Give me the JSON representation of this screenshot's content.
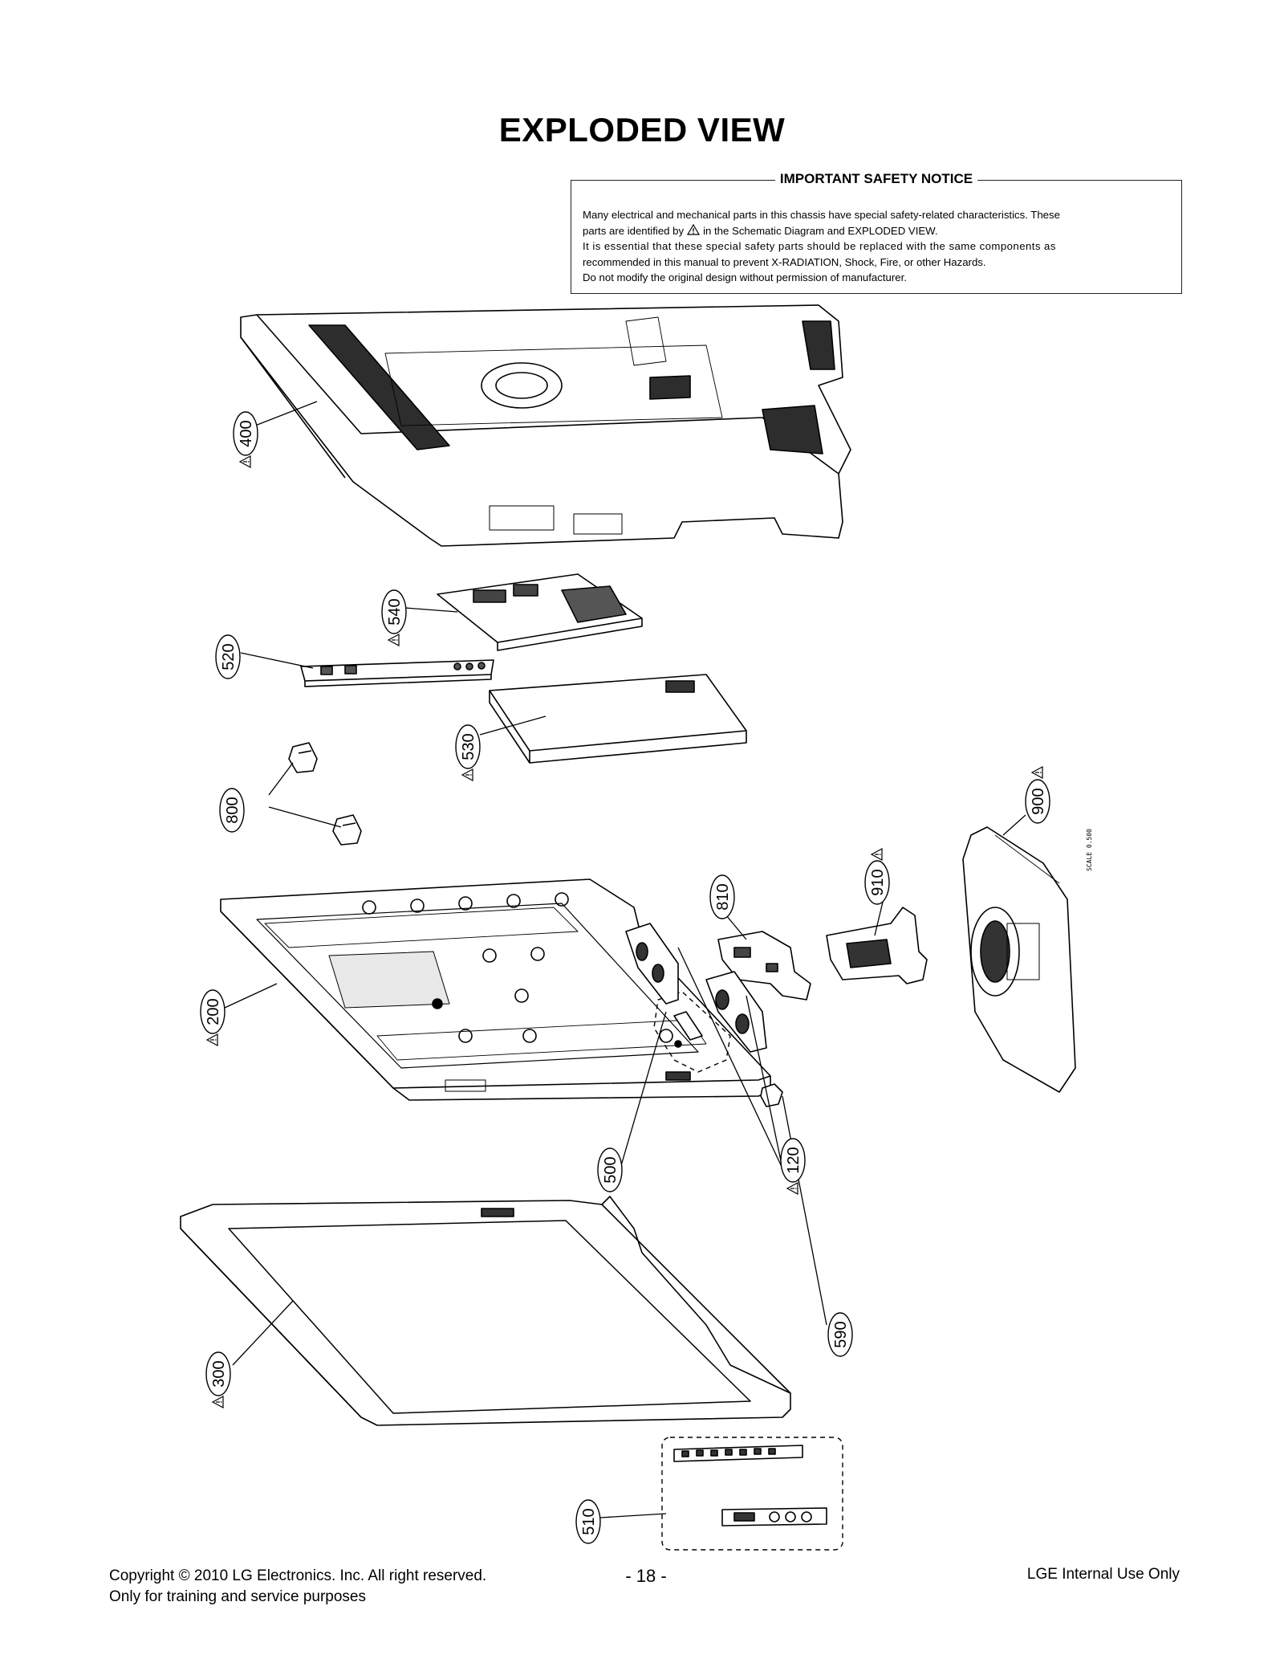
{
  "title": "EXPLODED VIEW",
  "notice": {
    "heading": "IMPORTANT SAFETY NOTICE",
    "line1": "Many electrical and mechanical parts in this chassis have special safety-related characteristics. These",
    "line2_pre": "parts are identified by",
    "line2_post": "in the Schematic Diagram and EXPLODED VIEW.",
    "line3": "It is essential that these special safety parts should be replaced with the same components as",
    "line4": "recommended in this manual to prevent X-RADIATION, Shock, Fire, or other Hazards.",
    "line5": "Do not modify the original design without permission of manufacturer."
  },
  "part_labels": {
    "p400": "400",
    "p540": "540",
    "p520": "520",
    "p530": "530",
    "p800": "800",
    "p900": "900",
    "p910": "910",
    "p810": "810",
    "p200": "200",
    "p500": "500",
    "p120": "120",
    "p590": "590",
    "p300": "300",
    "p510": "510"
  },
  "scale_text": "SCALE 0.500",
  "footer": {
    "copyright_line1": "Copyright © 2010 LG Electronics. Inc. All right reserved.",
    "copyright_line2": "Only for training and service purposes",
    "page_number": "- 18 -",
    "internal_use": "LGE Internal Use Only"
  }
}
